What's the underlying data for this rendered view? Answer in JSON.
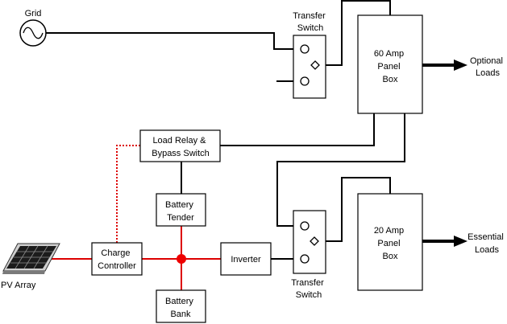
{
  "labels": {
    "grid": "Grid",
    "transfer_switch_top": [
      "Transfer",
      "Switch"
    ],
    "transfer_switch_bottom": [
      "Transfer",
      "Switch"
    ],
    "panel_60": [
      "60 Amp",
      "Panel",
      "Box"
    ],
    "panel_20": [
      "20 Amp",
      "Panel",
      "Box"
    ],
    "optional_loads": [
      "Optional",
      "Loads"
    ],
    "essential_loads": [
      "Essential",
      "Loads"
    ],
    "load_relay": [
      "Load Relay &",
      "Bypass Switch"
    ],
    "battery_tender": [
      "Battery",
      "Tender"
    ],
    "charge_controller": [
      "Charge",
      "Controller"
    ],
    "inverter": "Inverter",
    "battery_bank": [
      "Battery",
      "Bank"
    ],
    "pv_array": "PV Array"
  },
  "colors": {
    "dc_wiring": "#dd0000",
    "ac_wiring": "#000000"
  },
  "icons": {
    "grid": "ac-source-icon",
    "pv": "solar-panel-icon"
  }
}
